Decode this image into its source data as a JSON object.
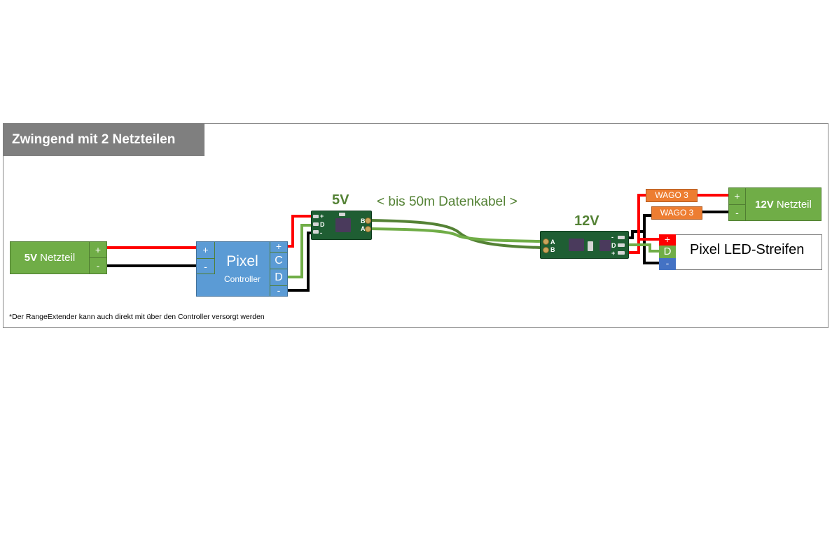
{
  "title": "Zwingend mit 2 Netzteilen",
  "colors": {
    "title_bg": "#7f7f7f",
    "psu_green": "#70ad47",
    "controller_blue": "#5b9bd5",
    "wago_orange": "#ed7d31",
    "wire_red": "#ff0000",
    "wire_black": "#000000",
    "wire_data_light": "#70ad47",
    "wire_data_dark": "#548235",
    "label_green": "#548235",
    "strip_plus": "#ff0000",
    "strip_data": "#70ad47",
    "strip_minus": "#4472c4"
  },
  "psu_5v": {
    "voltage": "5V",
    "label": "Netzteil",
    "terminals": [
      "+",
      "-"
    ]
  },
  "controller": {
    "title": "Pixel",
    "subtitle": "Controller",
    "input_terminals": [
      "+",
      "-"
    ],
    "output_terminals": [
      "+",
      "C",
      "D",
      "-"
    ]
  },
  "extender_5v": {
    "voltage": "5V",
    "pins_left": [
      "+",
      "D",
      "-"
    ],
    "pins_right": [
      "B",
      "A"
    ]
  },
  "cable_label": "< bis 50m Datenkabel >",
  "extender_12v": {
    "voltage": "12V",
    "pins_left": [
      "A",
      "B"
    ],
    "pins_right": [
      "-",
      "D",
      "+"
    ]
  },
  "wago": [
    {
      "label": "WAGO 3"
    },
    {
      "label": "WAGO 3"
    }
  ],
  "psu_12v": {
    "voltage": "12V",
    "label": "Netzteil",
    "terminals": [
      "+",
      "-"
    ]
  },
  "led_strip": {
    "label": "Pixel LED-Streifen",
    "terminals": [
      "+",
      "D",
      "-"
    ]
  },
  "footnote": "*Der RangeExtender kann auch direkt mit über den Controller versorgt werden"
}
